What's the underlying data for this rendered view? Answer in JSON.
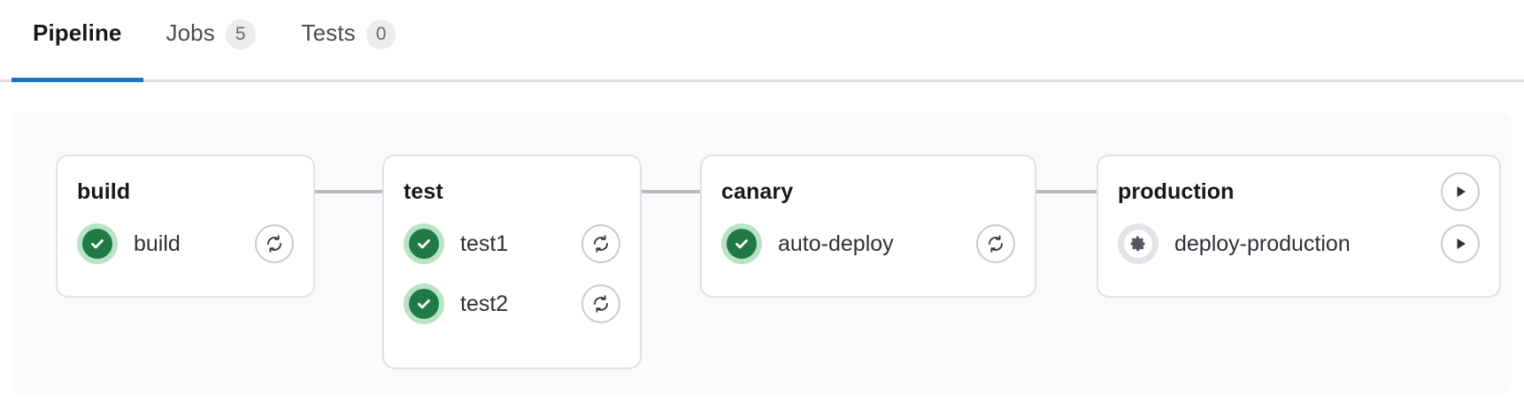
{
  "tabs": [
    {
      "label": "Pipeline",
      "badge": null,
      "active": true,
      "name": "tab-pipeline"
    },
    {
      "label": "Jobs",
      "badge": "5",
      "active": false,
      "name": "tab-jobs"
    },
    {
      "label": "Tests",
      "badge": "0",
      "active": false,
      "name": "tab-tests"
    }
  ],
  "colors": {
    "active_tab_underline": "#1f71c7",
    "success_ring": "#b7e3c6",
    "success_fill": "#1f7a46",
    "manual_ring": "#e3e3e7",
    "connector": "#b9b9c0",
    "panel_bg": "#fafafc",
    "card_border": "#e2e2e6",
    "badge_bg": "#ececef"
  },
  "pipeline": {
    "stages": [
      {
        "name": "build",
        "title": "build",
        "header_action": null,
        "jobs": [
          {
            "name": "build",
            "status": "success",
            "status_icon": "check-circle-icon",
            "action": "retry",
            "action_icon": "retry-icon"
          }
        ]
      },
      {
        "name": "test",
        "title": "test",
        "header_action": null,
        "jobs": [
          {
            "name": "test1",
            "status": "success",
            "status_icon": "check-circle-icon",
            "action": "retry",
            "action_icon": "retry-icon"
          },
          {
            "name": "test2",
            "status": "success",
            "status_icon": "check-circle-icon",
            "action": "retry",
            "action_icon": "retry-icon"
          }
        ]
      },
      {
        "name": "canary",
        "title": "canary",
        "header_action": null,
        "jobs": [
          {
            "name": "auto-deploy",
            "status": "success",
            "status_icon": "check-circle-icon",
            "action": "retry",
            "action_icon": "retry-icon"
          }
        ]
      },
      {
        "name": "production",
        "title": "production",
        "header_action": "play",
        "header_action_icon": "play-icon",
        "jobs": [
          {
            "name": "deploy-production",
            "status": "manual",
            "status_icon": "gear-icon",
            "action": "play",
            "action_icon": "play-icon"
          }
        ]
      }
    ]
  }
}
